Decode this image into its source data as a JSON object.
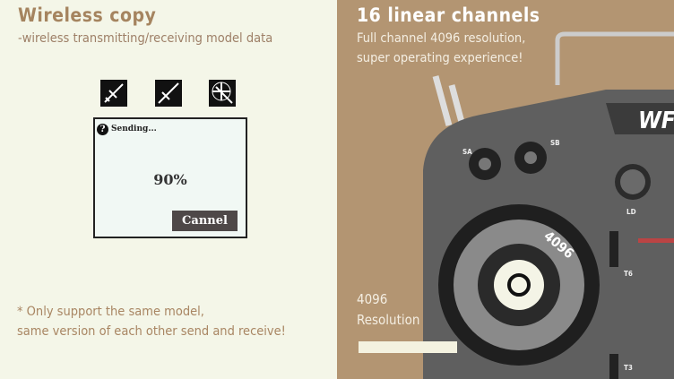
{
  "left": {
    "title": "Wireless copy",
    "subtitle": "-wireless transmitting/receiving model data",
    "model_icons": [
      "airplane-icon",
      "glider-icon",
      "helicopter-icon"
    ],
    "dialog": {
      "status": "Sending...",
      "progress": "90%",
      "cancel_label": "Cannel"
    },
    "note_line1": "* Only support the same model,",
    "note_line2": "same version of each other send and receive!"
  },
  "right": {
    "title": "16 linear channels",
    "line1": "Full channel 4096 resolution,",
    "line2": "super operating experience!",
    "resolution_value": "4096",
    "resolution_label": "Resolution",
    "device": {
      "brand_partial": "WF",
      "labels": {
        "sa": "SA",
        "sb": "SB",
        "ld": "LD",
        "t6": "T6",
        "t3": "T3",
        "dial": "4096"
      }
    }
  },
  "colors": {
    "left_bg": "#f4f6e8",
    "right_bg": "#b39572",
    "accent": "#a5845f"
  }
}
